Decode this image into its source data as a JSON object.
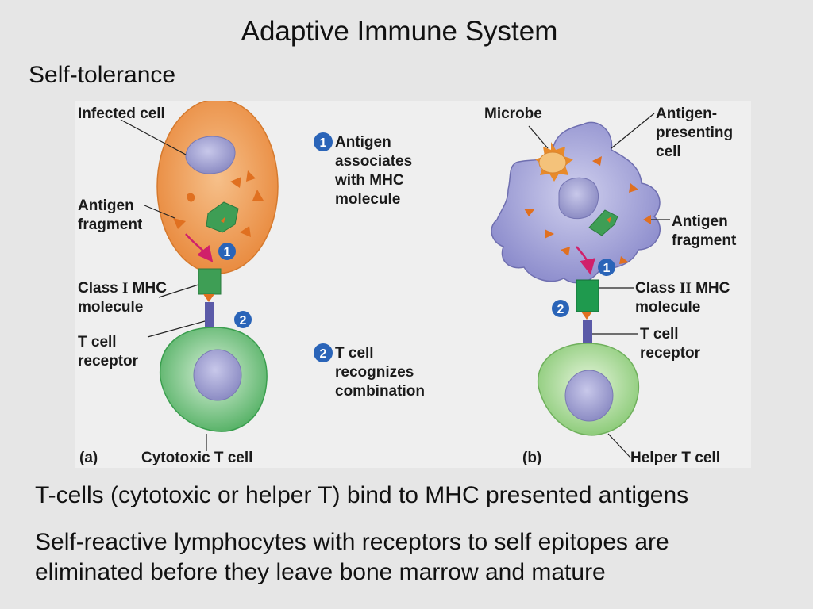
{
  "title": "Adaptive Immune System",
  "subtitle": "Self-tolerance",
  "figure": {
    "left": {
      "infected_cell": "Infected cell",
      "antigen_fragment_1": "Antigen",
      "antigen_fragment_2": "fragment",
      "class_mhc_1": "Class",
      "class_mhc_numeral": "I",
      "class_mhc_2": "MHC",
      "class_mhc_3": "molecule",
      "t_cell_receptor_1": "T cell",
      "t_cell_receptor_2": "receptor",
      "panel_label": "(a)",
      "cell_type": "Cytotoxic T cell"
    },
    "steps": {
      "step1_number": "1",
      "step1_lines": [
        "Antigen",
        "associates",
        "with MHC",
        "molecule"
      ],
      "step2_number": "2",
      "step2_lines": [
        "T cell",
        "recognizes",
        "combination"
      ]
    },
    "right": {
      "microbe": "Microbe",
      "apc_1": "Antigen-",
      "apc_2": "presenting",
      "apc_3": "cell",
      "antigen_fragment_1": "Antigen",
      "antigen_fragment_2": "fragment",
      "class_mhc_1": "Class",
      "class_mhc_numeral": "II",
      "class_mhc_2": "MHC",
      "class_mhc_3": "molecule",
      "t_cell_receptor_1": "T cell",
      "t_cell_receptor_2": "receptor",
      "panel_label": "(b)",
      "cell_type": "Helper T cell"
    }
  },
  "bottom_text_1": "T-cells (cytotoxic or helper T) bind to MHC presented antigens",
  "bottom_text_2a": "Self-reactive lymphocytes with receptors to self epitopes are",
  "bottom_text_2b": "eliminated before they leave bone marrow and mature",
  "colors": {
    "infected_cell": "#f0a05a",
    "t_cell": "#5fbf6e",
    "apc": "#9a9ad0",
    "mhc": "#3e9e55",
    "antigen": "#e07020",
    "badge": "#2a64b8",
    "arrow": "#d0206a"
  }
}
